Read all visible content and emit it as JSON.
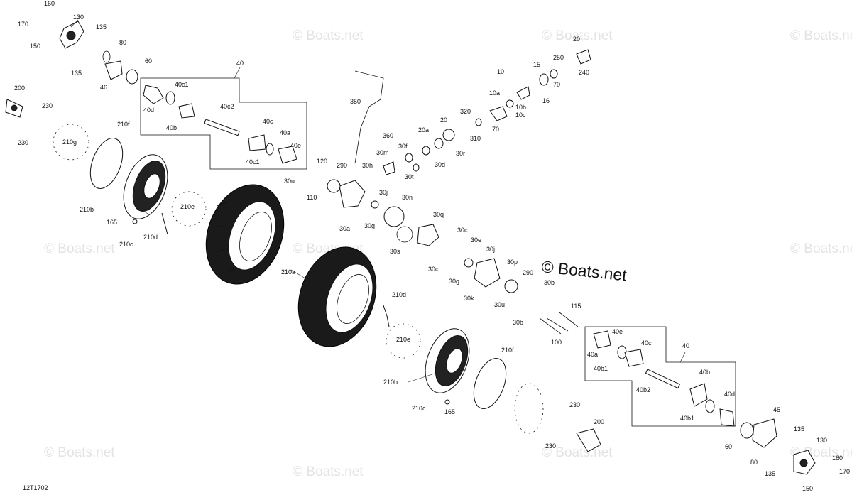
{
  "watermark": {
    "text": "© Boats.net",
    "main_text": "© Boats.net"
  },
  "diagram_id": "12T1702",
  "callouts": [
    "160",
    "170",
    "150",
    "130",
    "135",
    "135",
    "80",
    "46",
    "60",
    "40",
    "40c1",
    "40d",
    "40b",
    "40c2",
    "40c",
    "40a",
    "40e",
    "40c1",
    "200",
    "230",
    "230",
    "210g",
    "210f",
    "210b",
    "165",
    "210c",
    "210d",
    "210e",
    "210a",
    "30u",
    "110",
    "120",
    "290",
    "30a",
    "30g",
    "30j",
    "30n",
    "30s",
    "350",
    "360",
    "30m",
    "30h",
    "30f",
    "30t",
    "30d",
    "30r",
    "20a",
    "20",
    "320",
    "310",
    "70",
    "10",
    "10a",
    "10b",
    "10c",
    "15",
    "16",
    "250",
    "240",
    "20",
    "70",
    "30q",
    "30c",
    "30e",
    "30j",
    "30c",
    "30g",
    "30k",
    "30p",
    "290",
    "30u",
    "30b",
    "30b",
    "115",
    "100",
    "210d",
    "210e",
    "210f",
    "210b",
    "210c",
    "165",
    "230",
    "230",
    "200",
    "40",
    "40e",
    "40c",
    "40a",
    "40b1",
    "40b",
    "40b2",
    "40d",
    "40b1",
    "45",
    "60",
    "135",
    "130",
    "80",
    "160",
    "135",
    "170",
    "150"
  ],
  "colors": {
    "line": "#111111",
    "watermark": "#e3e3e3"
  }
}
